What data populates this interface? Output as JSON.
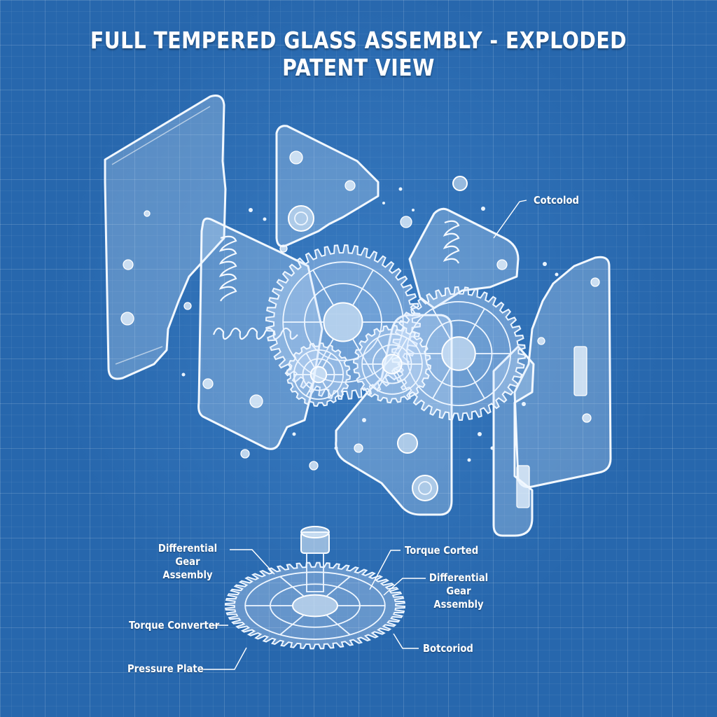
{
  "title": "FULL TEMPERED GLASS ASSEMBLY - EXPLODED PATENT VIEW",
  "colors": {
    "background": "#2767ad",
    "line": "#f2f8ff",
    "text": "#ffffff"
  },
  "callouts": {
    "top_right": "Cotcolod",
    "diff_gear_left": "Differential Gear\nAssembly",
    "torque_converter": "Torque Converter",
    "pressure_plate": "Pressure Plate",
    "torque_corted": "Torque Corted",
    "diff_gear_right": "Differential Gear\nAssembly",
    "botcoriod": "Botcoriod"
  }
}
